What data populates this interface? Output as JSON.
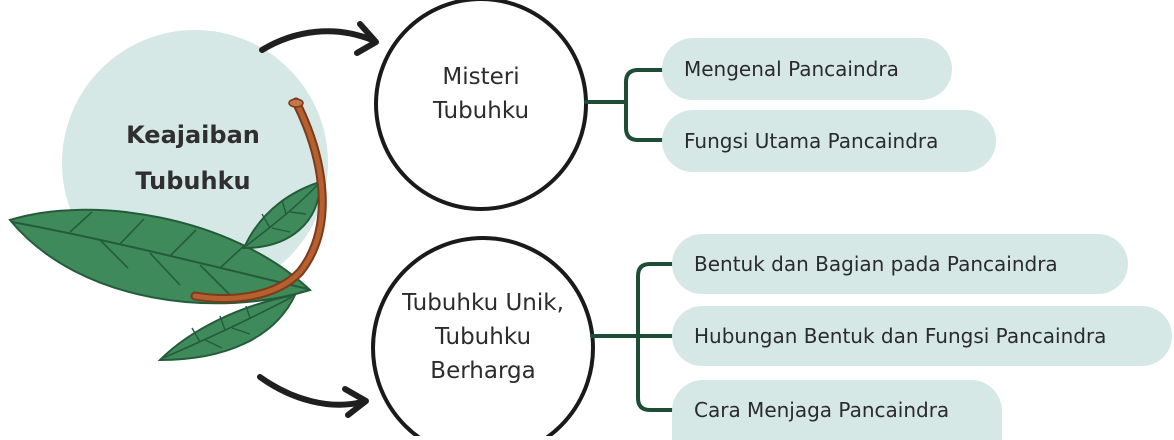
{
  "diagram": {
    "main_topic": {
      "line1": "Keajaiban",
      "line2": "Tubuhku"
    },
    "topic1": {
      "lines": [
        "Misteri",
        "Tubuhku"
      ],
      "subtopics": [
        "Mengenal Pancaindra",
        "Fungsi Utama Pancaindra"
      ]
    },
    "topic2": {
      "lines": [
        "Tubuhku Unik,",
        "Tubuhku",
        "Berharga"
      ],
      "subtopics": [
        "Bentuk dan Bagian pada Pancaindra",
        "Hubungan Bentuk dan Fungsi Pancaindra",
        "Cara Menjaga Pancaindra"
      ]
    },
    "colors": {
      "main_circle": "#d5e8e5",
      "pill": "#d5e8e5",
      "connector": "#1e4d36",
      "leaf": "#3f8a5a",
      "stem": "#a0522d",
      "arrow": "#1f1f1f"
    }
  }
}
